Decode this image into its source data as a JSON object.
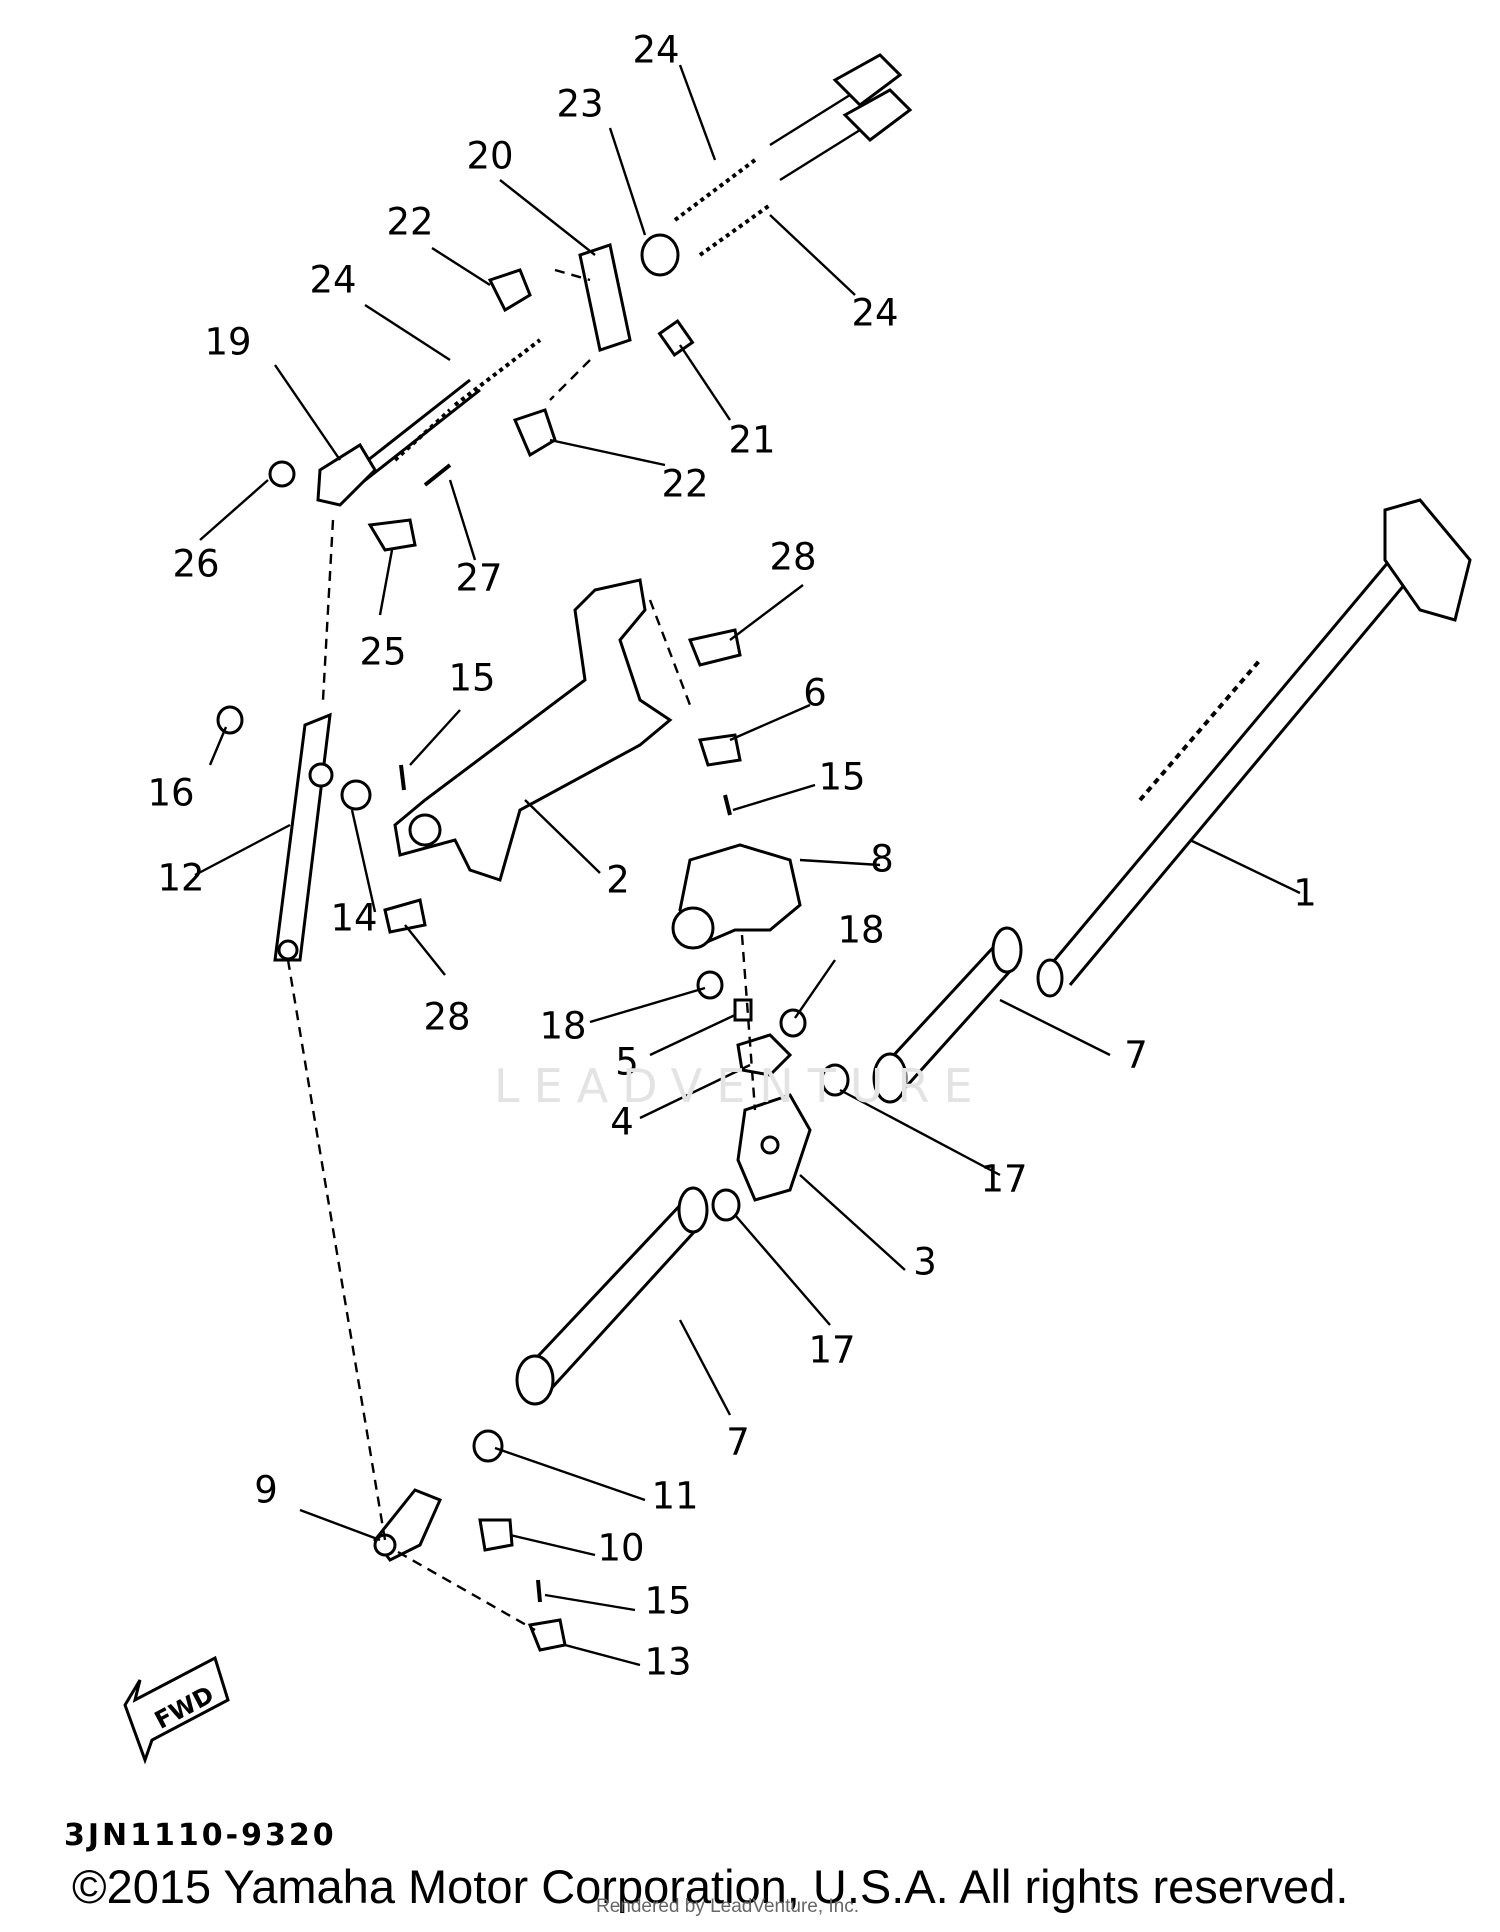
{
  "labels": [
    {
      "id": "1",
      "text": "1"
    },
    {
      "id": "2",
      "text": "2"
    },
    {
      "id": "3",
      "text": "3"
    },
    {
      "id": "4",
      "text": "4"
    },
    {
      "id": "5",
      "text": "5"
    },
    {
      "id": "6",
      "text": "6"
    },
    {
      "id": "7a",
      "text": "7"
    },
    {
      "id": "7b",
      "text": "7"
    },
    {
      "id": "8",
      "text": "8"
    },
    {
      "id": "9",
      "text": "9"
    },
    {
      "id": "10",
      "text": "10"
    },
    {
      "id": "11",
      "text": "11"
    },
    {
      "id": "12",
      "text": "12"
    },
    {
      "id": "13",
      "text": "13"
    },
    {
      "id": "14",
      "text": "14"
    },
    {
      "id": "15a",
      "text": "15"
    },
    {
      "id": "15b",
      "text": "15"
    },
    {
      "id": "15c",
      "text": "15"
    },
    {
      "id": "16",
      "text": "16"
    },
    {
      "id": "17a",
      "text": "17"
    },
    {
      "id": "17b",
      "text": "17"
    },
    {
      "id": "18a",
      "text": "18"
    },
    {
      "id": "18b",
      "text": "18"
    },
    {
      "id": "19",
      "text": "19"
    },
    {
      "id": "20",
      "text": "20"
    },
    {
      "id": "21",
      "text": "21"
    },
    {
      "id": "22a",
      "text": "22"
    },
    {
      "id": "22b",
      "text": "22"
    },
    {
      "id": "23",
      "text": "23"
    },
    {
      "id": "24a",
      "text": "24"
    },
    {
      "id": "24b",
      "text": "24"
    },
    {
      "id": "24c",
      "text": "24"
    },
    {
      "id": "25",
      "text": "25"
    },
    {
      "id": "26",
      "text": "26"
    },
    {
      "id": "27",
      "text": "27"
    },
    {
      "id": "28a",
      "text": "28"
    },
    {
      "id": "28b",
      "text": "28"
    }
  ],
  "diagram_code": "3JN1110-9320",
  "fwd_arrow": "FWD",
  "copyright": "©2015 Yamaha Motor Corporation, U.S.A. All rights reserved.",
  "watermark": "LEADVENTURE",
  "footnote": "Rendered by LeadVenture, Inc."
}
